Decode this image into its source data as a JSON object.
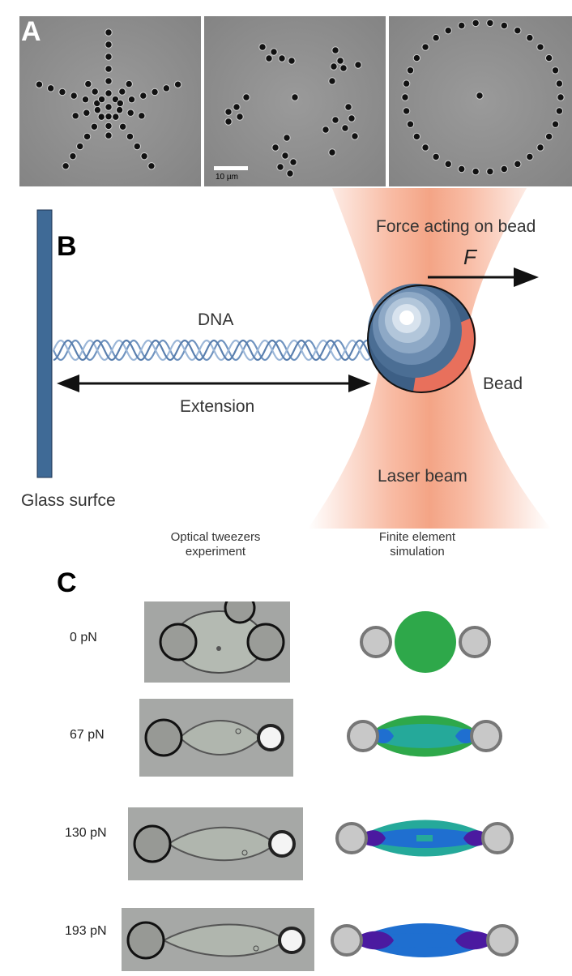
{
  "panel_a": {
    "letter": "A",
    "scale_bar_label": "10 µm"
  },
  "panel_b": {
    "letter": "B",
    "force_label": "Force acting on bead",
    "force_symbol": "F",
    "dna_label": "DNA",
    "extension_label": "Extension",
    "bead_label": "Bead",
    "laser_label": "Laser beam",
    "glass_label": "Glass surfce"
  },
  "panel_c": {
    "letter": "C",
    "col_experiment": [
      "Optical tweezers",
      "experiment"
    ],
    "col_simulation": [
      "Finite element",
      "simulation"
    ],
    "rows": [
      {
        "force": "0 pN"
      },
      {
        "force": "67 pN"
      },
      {
        "force": "130 pN"
      },
      {
        "force": "193 pN"
      }
    ]
  },
  "colors": {
    "glass": "#3f6a96",
    "laser": "#f4a27f",
    "bead_dark": "#3d5f85",
    "bead_red": "#e8705c",
    "sim_green": "#2ea84a",
    "sim_teal": "#25a99a",
    "sim_blue": "#1f6fd0",
    "sim_purple": "#4b1aa0",
    "sim_bead": "#c8c8c8"
  }
}
